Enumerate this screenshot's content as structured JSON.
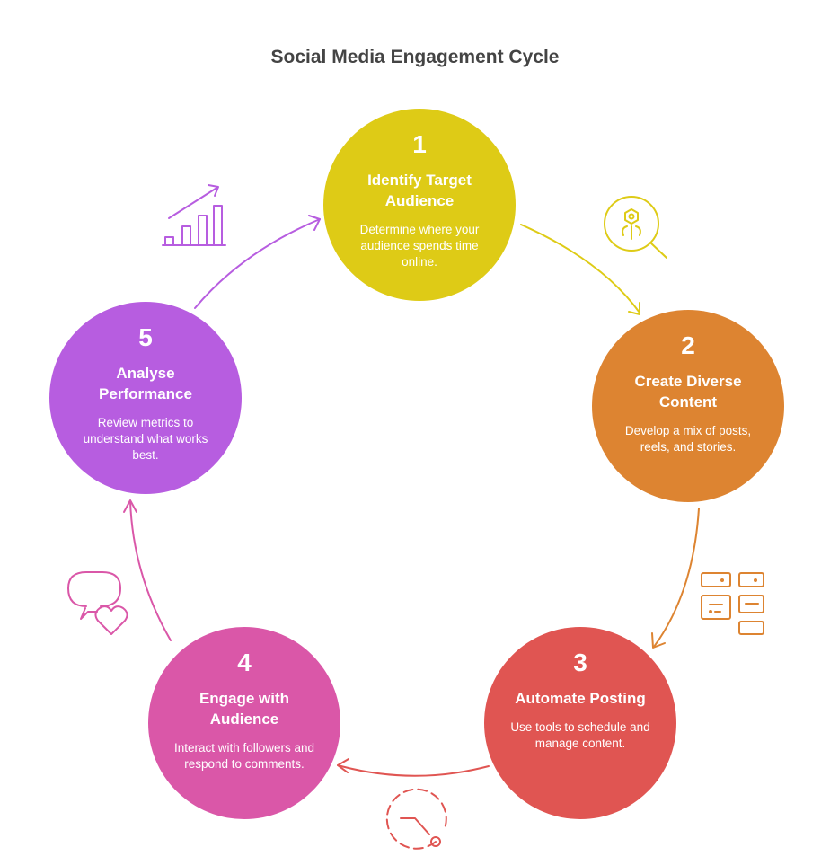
{
  "title": "Social Media Engagement Cycle",
  "steps": [
    {
      "number": "1",
      "title": "Identify Target Audience",
      "description": "Determine where your audience spends time online.",
      "color": "#DECB16",
      "icon": "search-person-icon"
    },
    {
      "number": "2",
      "title": "Create Diverse Content",
      "description": "Develop a mix of posts, reels, and stories.",
      "color": "#DD8431",
      "icon": "layout-grid-icon"
    },
    {
      "number": "3",
      "title": "Automate Posting",
      "description": "Use tools to schedule and manage content.",
      "color": "#E05552",
      "icon": "clock-icon"
    },
    {
      "number": "4",
      "title": "Engage with Audience",
      "description": "Interact with followers and respond to comments.",
      "color": "#DA57A8",
      "icon": "chat-heart-icon"
    },
    {
      "number": "5",
      "title": "Analyse Performance",
      "description": "Review metrics to understand what works best.",
      "color": "#B75DE0",
      "icon": "bar-chart-growth-icon"
    }
  ]
}
